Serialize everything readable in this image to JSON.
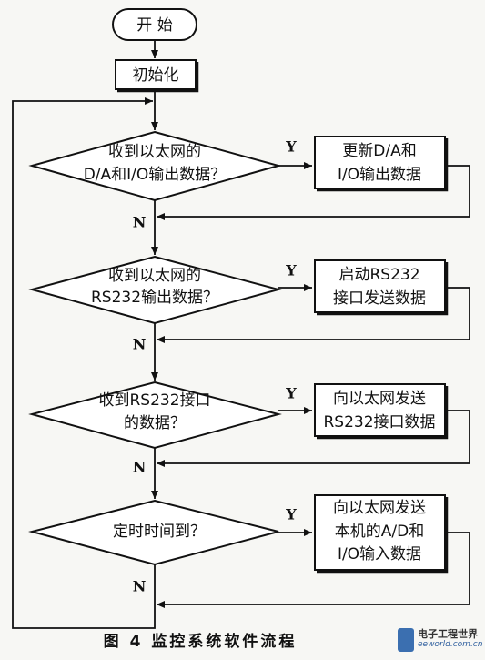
{
  "flowchart": {
    "start": "开  始",
    "init": "初始化",
    "decisions": [
      {
        "lines": [
          "收到以太网的",
          "D/A和I/O输出数据？"
        ],
        "yes_label": "Y",
        "no_label": "N"
      },
      {
        "lines": [
          "收到以太网的",
          "RS232输出数据？"
        ],
        "yes_label": "Y",
        "no_label": "N"
      },
      {
        "lines": [
          "收到RS232接口",
          "的数据？"
        ],
        "yes_label": "Y",
        "no_label": "N"
      },
      {
        "lines": [
          "定时时间到？"
        ],
        "yes_label": "Y",
        "no_label": "N"
      }
    ],
    "actions": [
      {
        "lines": [
          "更新D/A和",
          "I/O输出数据"
        ]
      },
      {
        "lines": [
          "启动RS232",
          "接口发送数据"
        ]
      },
      {
        "lines": [
          "向以太网发送",
          "RS232接口数据"
        ]
      },
      {
        "lines": [
          "向以太网发送",
          "本机的A/D和",
          "I/O输入数据"
        ]
      }
    ]
  },
  "caption": "图 4   监控系统软件流程",
  "watermark": {
    "title": "电子工程世界",
    "url": "eeworld.com.cn"
  }
}
